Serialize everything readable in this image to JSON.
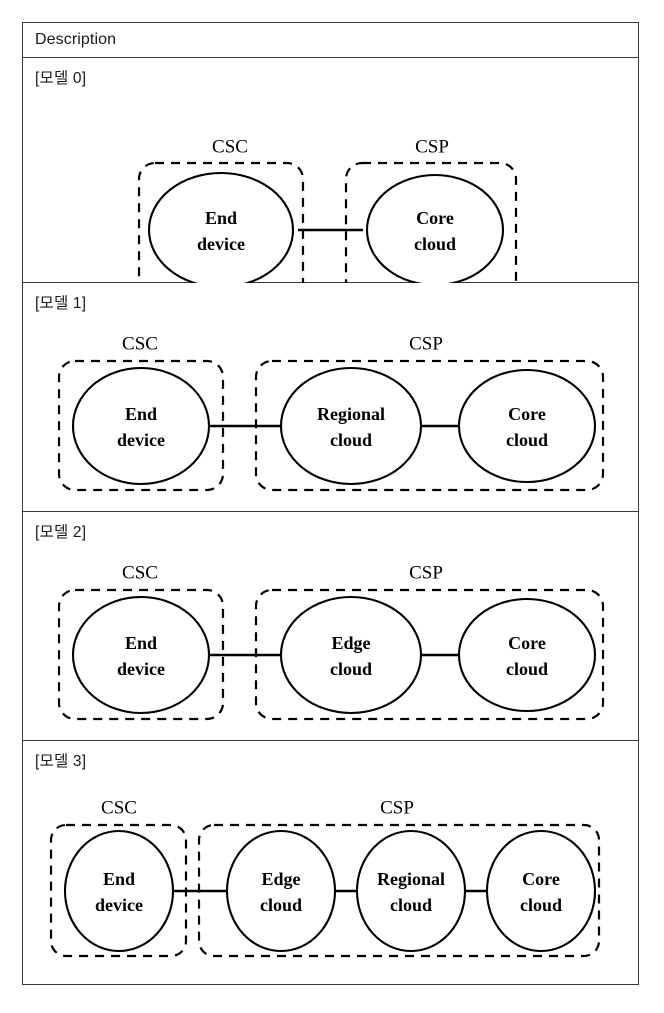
{
  "table": {
    "header": "Description",
    "zone_labels": {
      "consumer": "CSC",
      "provider": "CSP"
    },
    "nodes": {
      "end_device_l1": "End",
      "end_device_l2": "device",
      "core_cloud_l1": "Core",
      "core_cloud_l2": "cloud",
      "regional_cloud_l1": "Regional",
      "regional_cloud_l2": "cloud",
      "edge_cloud_l1": "Edge",
      "edge_cloud_l2": "cloud"
    },
    "rows": [
      {
        "label": "[모델 0]",
        "csc_nodes": [
          "End device"
        ],
        "csp_nodes": [
          "Core cloud"
        ]
      },
      {
        "label": "[모델 1]",
        "csc_nodes": [
          "End device"
        ],
        "csp_nodes": [
          "Regional cloud",
          "Core cloud"
        ]
      },
      {
        "label": "[모델 2]",
        "csc_nodes": [
          "End device"
        ],
        "csp_nodes": [
          "Edge cloud",
          "Core cloud"
        ]
      },
      {
        "label": "[모델 3]",
        "csc_nodes": [
          "End device"
        ],
        "csp_nodes": [
          "Edge cloud",
          "Regional cloud",
          "Core cloud"
        ]
      }
    ]
  },
  "colors": {
    "border": "#3a3a3a",
    "stroke": "#000000",
    "background": "#ffffff",
    "text": "#1a1a1a"
  }
}
